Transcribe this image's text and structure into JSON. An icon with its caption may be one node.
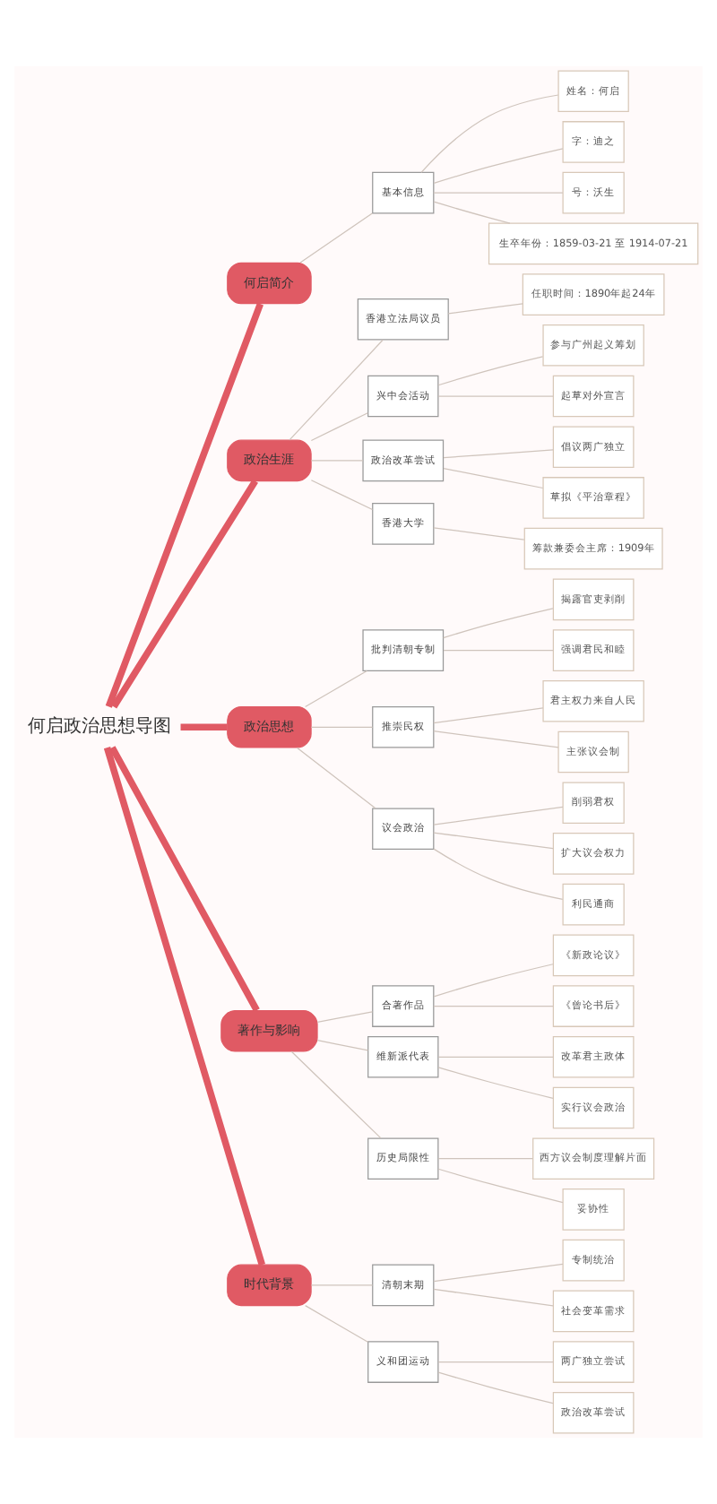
{
  "diagram": {
    "nodes": [
      {
        "text": [
          "何启政治思想导图"
        ]
      },
      {
        "text": [
          "何启简介"
        ]
      },
      {
        "text": [
          "基本信息"
        ]
      },
      {
        "text": [
          "姓名：何启"
        ]
      },
      {
        "text": [
          "字：迪之"
        ]
      },
      {
        "text": [
          "号：沃生"
        ]
      },
      {
        "text": [
          "生卒年份：1859-03-21 至 1914-07-21"
        ]
      },
      {
        "text": [
          "政治生涯"
        ]
      },
      {
        "text": [
          "香港立法局议员"
        ]
      },
      {
        "text": [
          "任职时间：1890年起24年"
        ]
      },
      {
        "text": [
          "兴中会活动"
        ]
      },
      {
        "text": [
          "参与广州起义筹划"
        ]
      },
      {
        "text": [
          "起草对外宣言"
        ]
      },
      {
        "text": [
          "政治改革尝试"
        ]
      },
      {
        "text": [
          "倡议两广独立"
        ]
      },
      {
        "text": [
          "草拟《平治章程》"
        ]
      },
      {
        "text": [
          "香港大学"
        ]
      },
      {
        "text": [
          "筹款兼委会主席：1909年"
        ]
      },
      {
        "text": [
          "政治思想"
        ]
      },
      {
        "text": [
          "批判清朝专制"
        ]
      },
      {
        "text": [
          "揭露官吏剥削"
        ]
      },
      {
        "text": [
          "强调君民和睦"
        ]
      },
      {
        "text": [
          "推崇民权"
        ]
      },
      {
        "text": [
          "君主权力来自人民"
        ]
      },
      {
        "text": [
          "主张议会制"
        ]
      },
      {
        "text": [
          "议会政治"
        ]
      },
      {
        "text": [
          "削弱君权"
        ]
      },
      {
        "text": [
          "扩大议会权力"
        ]
      },
      {
        "text": [
          "利民通商"
        ]
      },
      {
        "text": [
          "著作与影响"
        ]
      },
      {
        "text": [
          "合著作品"
        ]
      },
      {
        "text": [
          "《新政论议》"
        ]
      },
      {
        "text": [
          "《曾论书后》"
        ]
      },
      {
        "text": [
          "维新派代表"
        ]
      },
      {
        "text": [
          "改革君主政体"
        ]
      },
      {
        "text": [
          "实行议会政治"
        ]
      },
      {
        "text": [
          "历史局限性"
        ]
      },
      {
        "text": [
          "西方议会制度理解片面"
        ]
      },
      {
        "text": [
          "妥协性"
        ]
      },
      {
        "text": [
          "时代背景"
        ]
      },
      {
        "text": [
          "清朝末期"
        ]
      },
      {
        "text": [
          "专制统治"
        ]
      },
      {
        "text": [
          "社会变革需求"
        ]
      },
      {
        "text": [
          "义和团运动"
        ]
      },
      {
        "text": [
          "两广独立尝试"
        ]
      },
      {
        "text": [
          "政治改革尝试"
        ]
      }
    ],
    "edges": [
      {
        "from": 0,
        "to": 1,
        "arrow": "none",
        "style": "thick",
        "color": "#e05a64"
      },
      {
        "from": 1,
        "to": 2,
        "arrow": "none"
      },
      {
        "from": 2,
        "to": 3,
        "arrow": "none"
      },
      {
        "from": 2,
        "to": 4,
        "arrow": "none"
      },
      {
        "from": 2,
        "to": 5,
        "arrow": "none"
      },
      {
        "from": 2,
        "to": 6,
        "arrow": "none"
      },
      {
        "from": 0,
        "to": 7,
        "arrow": "none",
        "style": "thick",
        "color": "#e05a64"
      },
      {
        "from": 7,
        "to": 8,
        "arrow": "none"
      },
      {
        "from": 8,
        "to": 9,
        "arrow": "none"
      },
      {
        "from": 7,
        "to": 10,
        "arrow": "none"
      },
      {
        "from": 10,
        "to": 11,
        "arrow": "none"
      },
      {
        "from": 10,
        "to": 12,
        "arrow": "none"
      },
      {
        "from": 7,
        "to": 13,
        "arrow": "none"
      },
      {
        "from": 13,
        "to": 14,
        "arrow": "none"
      },
      {
        "from": 13,
        "to": 15,
        "arrow": "none"
      },
      {
        "from": 7,
        "to": 16,
        "arrow": "none"
      },
      {
        "from": 16,
        "to": 17,
        "arrow": "none"
      },
      {
        "from": 0,
        "to": 18,
        "arrow": "none",
        "style": "thick",
        "color": "#e05a64"
      },
      {
        "from": 18,
        "to": 19,
        "arrow": "none"
      },
      {
        "from": 19,
        "to": 20,
        "arrow": "none"
      },
      {
        "from": 19,
        "to": 21,
        "arrow": "none"
      },
      {
        "from": 18,
        "to": 22,
        "arrow": "none"
      },
      {
        "from": 22,
        "to": 23,
        "arrow": "none"
      },
      {
        "from": 22,
        "to": 24,
        "arrow": "none"
      },
      {
        "from": 18,
        "to": 25,
        "arrow": "none"
      },
      {
        "from": 25,
        "to": 26,
        "arrow": "none"
      },
      {
        "from": 25,
        "to": 27,
        "arrow": "none"
      },
      {
        "from": 25,
        "to": 28,
        "arrow": "none"
      },
      {
        "from": 0,
        "to": 29,
        "arrow": "none",
        "style": "thick",
        "color": "#e05a64"
      },
      {
        "from": 29,
        "to": 30,
        "arrow": "none"
      },
      {
        "from": 30,
        "to": 31,
        "arrow": "none"
      },
      {
        "from": 30,
        "to": 32,
        "arrow": "none"
      },
      {
        "from": 29,
        "to": 33,
        "arrow": "none"
      },
      {
        "from": 33,
        "to": 34,
        "arrow": "none"
      },
      {
        "from": 33,
        "to": 35,
        "arrow": "none"
      },
      {
        "from": 29,
        "to": 36,
        "arrow": "none"
      },
      {
        "from": 36,
        "to": 37,
        "arrow": "none"
      },
      {
        "from": 36,
        "to": 38,
        "arrow": "none"
      },
      {
        "from": 0,
        "to": 39,
        "arrow": "none",
        "style": "thick",
        "color": "#e05a64"
      },
      {
        "from": 39,
        "to": 40,
        "arrow": "none"
      },
      {
        "from": 40,
        "to": 41,
        "arrow": "none"
      },
      {
        "from": 40,
        "to": 42,
        "arrow": "none"
      },
      {
        "from": 39,
        "to": 43,
        "arrow": "none"
      },
      {
        "from": 43,
        "to": 44,
        "arrow": "none"
      },
      {
        "from": 43,
        "to": 45,
        "arrow": "none"
      }
    ]
  }
}
